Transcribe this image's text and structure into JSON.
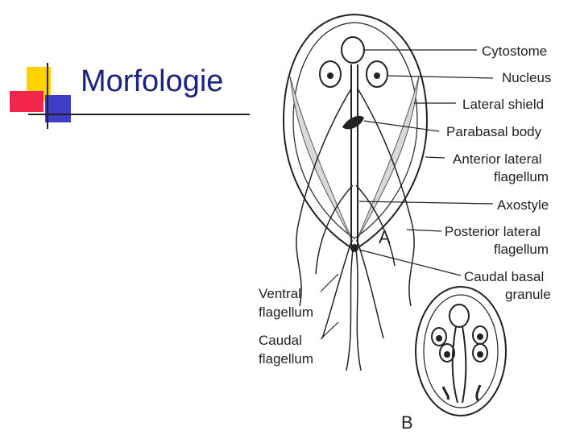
{
  "slide": {
    "title": "Morfologie"
  },
  "diagram": {
    "labels": {
      "cytostome": "Cytostome",
      "nucleus": "Nucleus",
      "lateral_shield": "Lateral shield",
      "parabasal_body": "Parabasal body",
      "anterior_lateral_1": "Anterior lateral",
      "anterior_lateral_2": "flagellum",
      "axostyle": "Axostyle",
      "posterior_lateral_1": "Posterior lateral",
      "posterior_lateral_2": "flagellum",
      "caudal_basal_1": "Caudal basal",
      "caudal_basal_2": "granule",
      "ventral_1": "Ventral",
      "ventral_2": "flagellum",
      "caudal_1": "Caudal",
      "caudal_2": "flagellum",
      "panel_a": "A",
      "panel_b": "B"
    }
  },
  "colors": {
    "title": "#1a237e",
    "accent_yellow": "#ffd200",
    "accent_red": "#f2264a",
    "accent_blue": "#3d3dc8",
    "ink": "#222222"
  }
}
